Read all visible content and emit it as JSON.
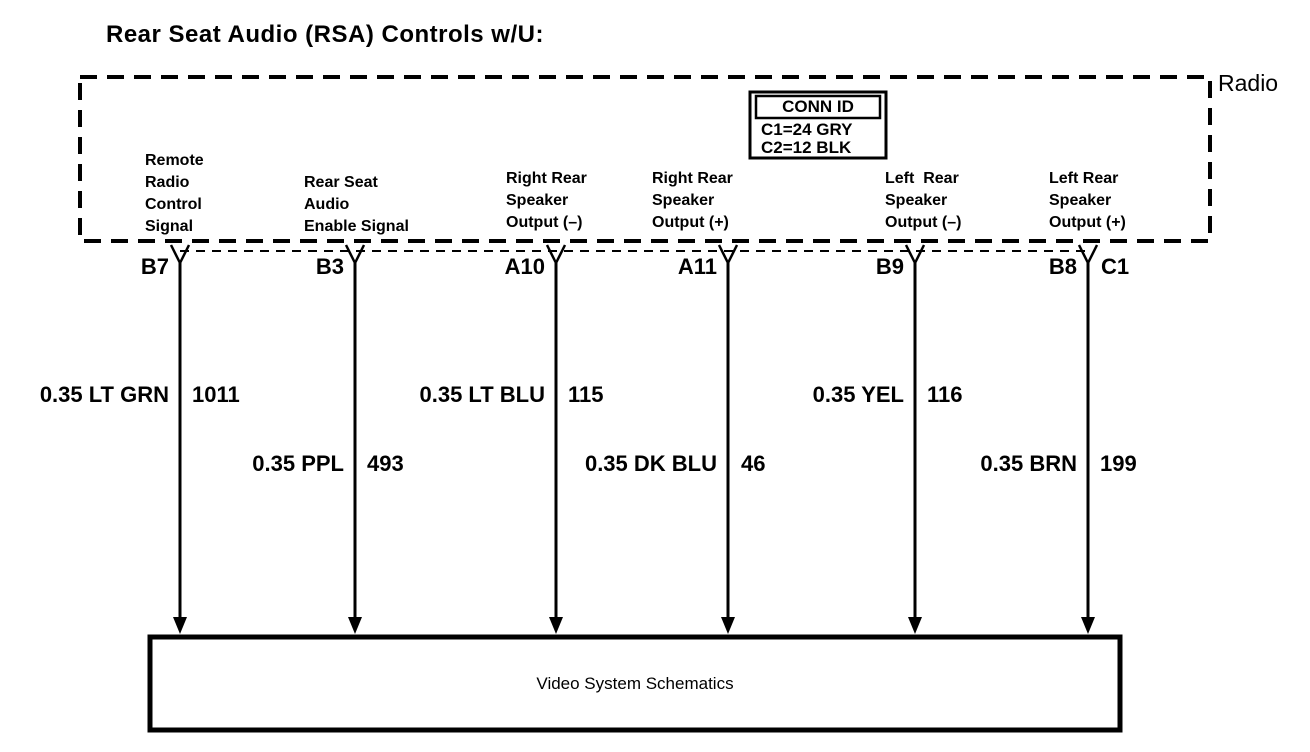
{
  "title": "Rear Seat Audio (RSA) Controls w/U:",
  "component_label": "Radio",
  "conn_id": {
    "header": "CONN ID",
    "rows": [
      "C1=24 GRY",
      "C2=12 BLK"
    ]
  },
  "connector_label": "C1",
  "circuits": [
    {
      "pin": "B7",
      "signal": "Remote\nRadio\nControl\nSignal",
      "wire": "0.35 LT GRN",
      "circuit": "1011"
    },
    {
      "pin": "B3",
      "signal": "Rear Seat\nAudio\nEnable Signal",
      "wire": "0.35 PPL",
      "circuit": "493"
    },
    {
      "pin": "A10",
      "signal": "Right Rear\nSpeaker\nOutput (–)",
      "wire": "0.35 LT BLU",
      "circuit": "115"
    },
    {
      "pin": "A11",
      "signal": "Right Rear\nSpeaker\nOutput (+)",
      "wire": "0.35 DK BLU",
      "circuit": "46"
    },
    {
      "pin": "B9",
      "signal": "Left  Rear\nSpeaker\nOutput (–)",
      "wire": "0.35 YEL",
      "circuit": "116"
    },
    {
      "pin": "B8",
      "signal": "Left Rear\nSpeaker\nOutput (+)",
      "wire": "0.35 BRN",
      "circuit": "199"
    }
  ],
  "destination": "Video System Schematics",
  "colors": {
    "line": "#000000",
    "background": "#ffffff"
  }
}
